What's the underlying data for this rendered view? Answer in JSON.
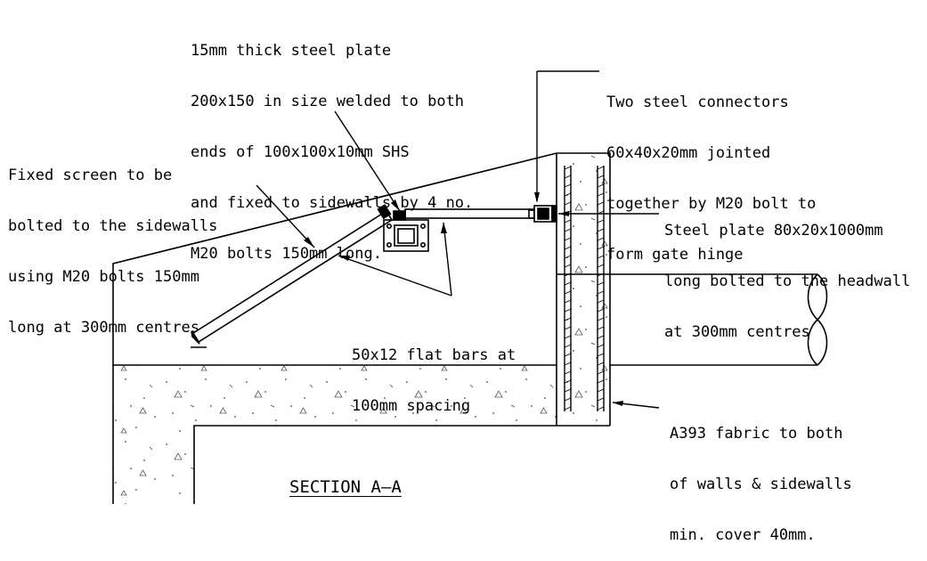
{
  "drawing": {
    "title": "SECTION A–A",
    "annotations": {
      "end_plate": [
        "15mm thick steel plate",
        "200x150 in size welded to both",
        "ends of 100x100x10mm SHS",
        "and fixed to sidewalls by 4 no.",
        "M20 bolts 150mm long."
      ],
      "connectors": [
        "Two steel connectors",
        "60x40x20mm jointed",
        "together by M20 bolt to",
        "form gate hinge"
      ],
      "fixed_screen": [
        "Fixed screen to be",
        "bolted to the sidewalls",
        "using M20 bolts 150mm",
        "long at 300mm centres"
      ],
      "steel_plate": [
        "Steel plate 80x20x1000mm",
        "long bolted to the headwall",
        "at 300mm centres"
      ],
      "flat_bars": [
        "50x12 flat bars at",
        "100mm spacing"
      ],
      "fabric": [
        "A393 fabric to both",
        "of walls & sidewalls",
        "min. cover 40mm."
      ]
    }
  }
}
